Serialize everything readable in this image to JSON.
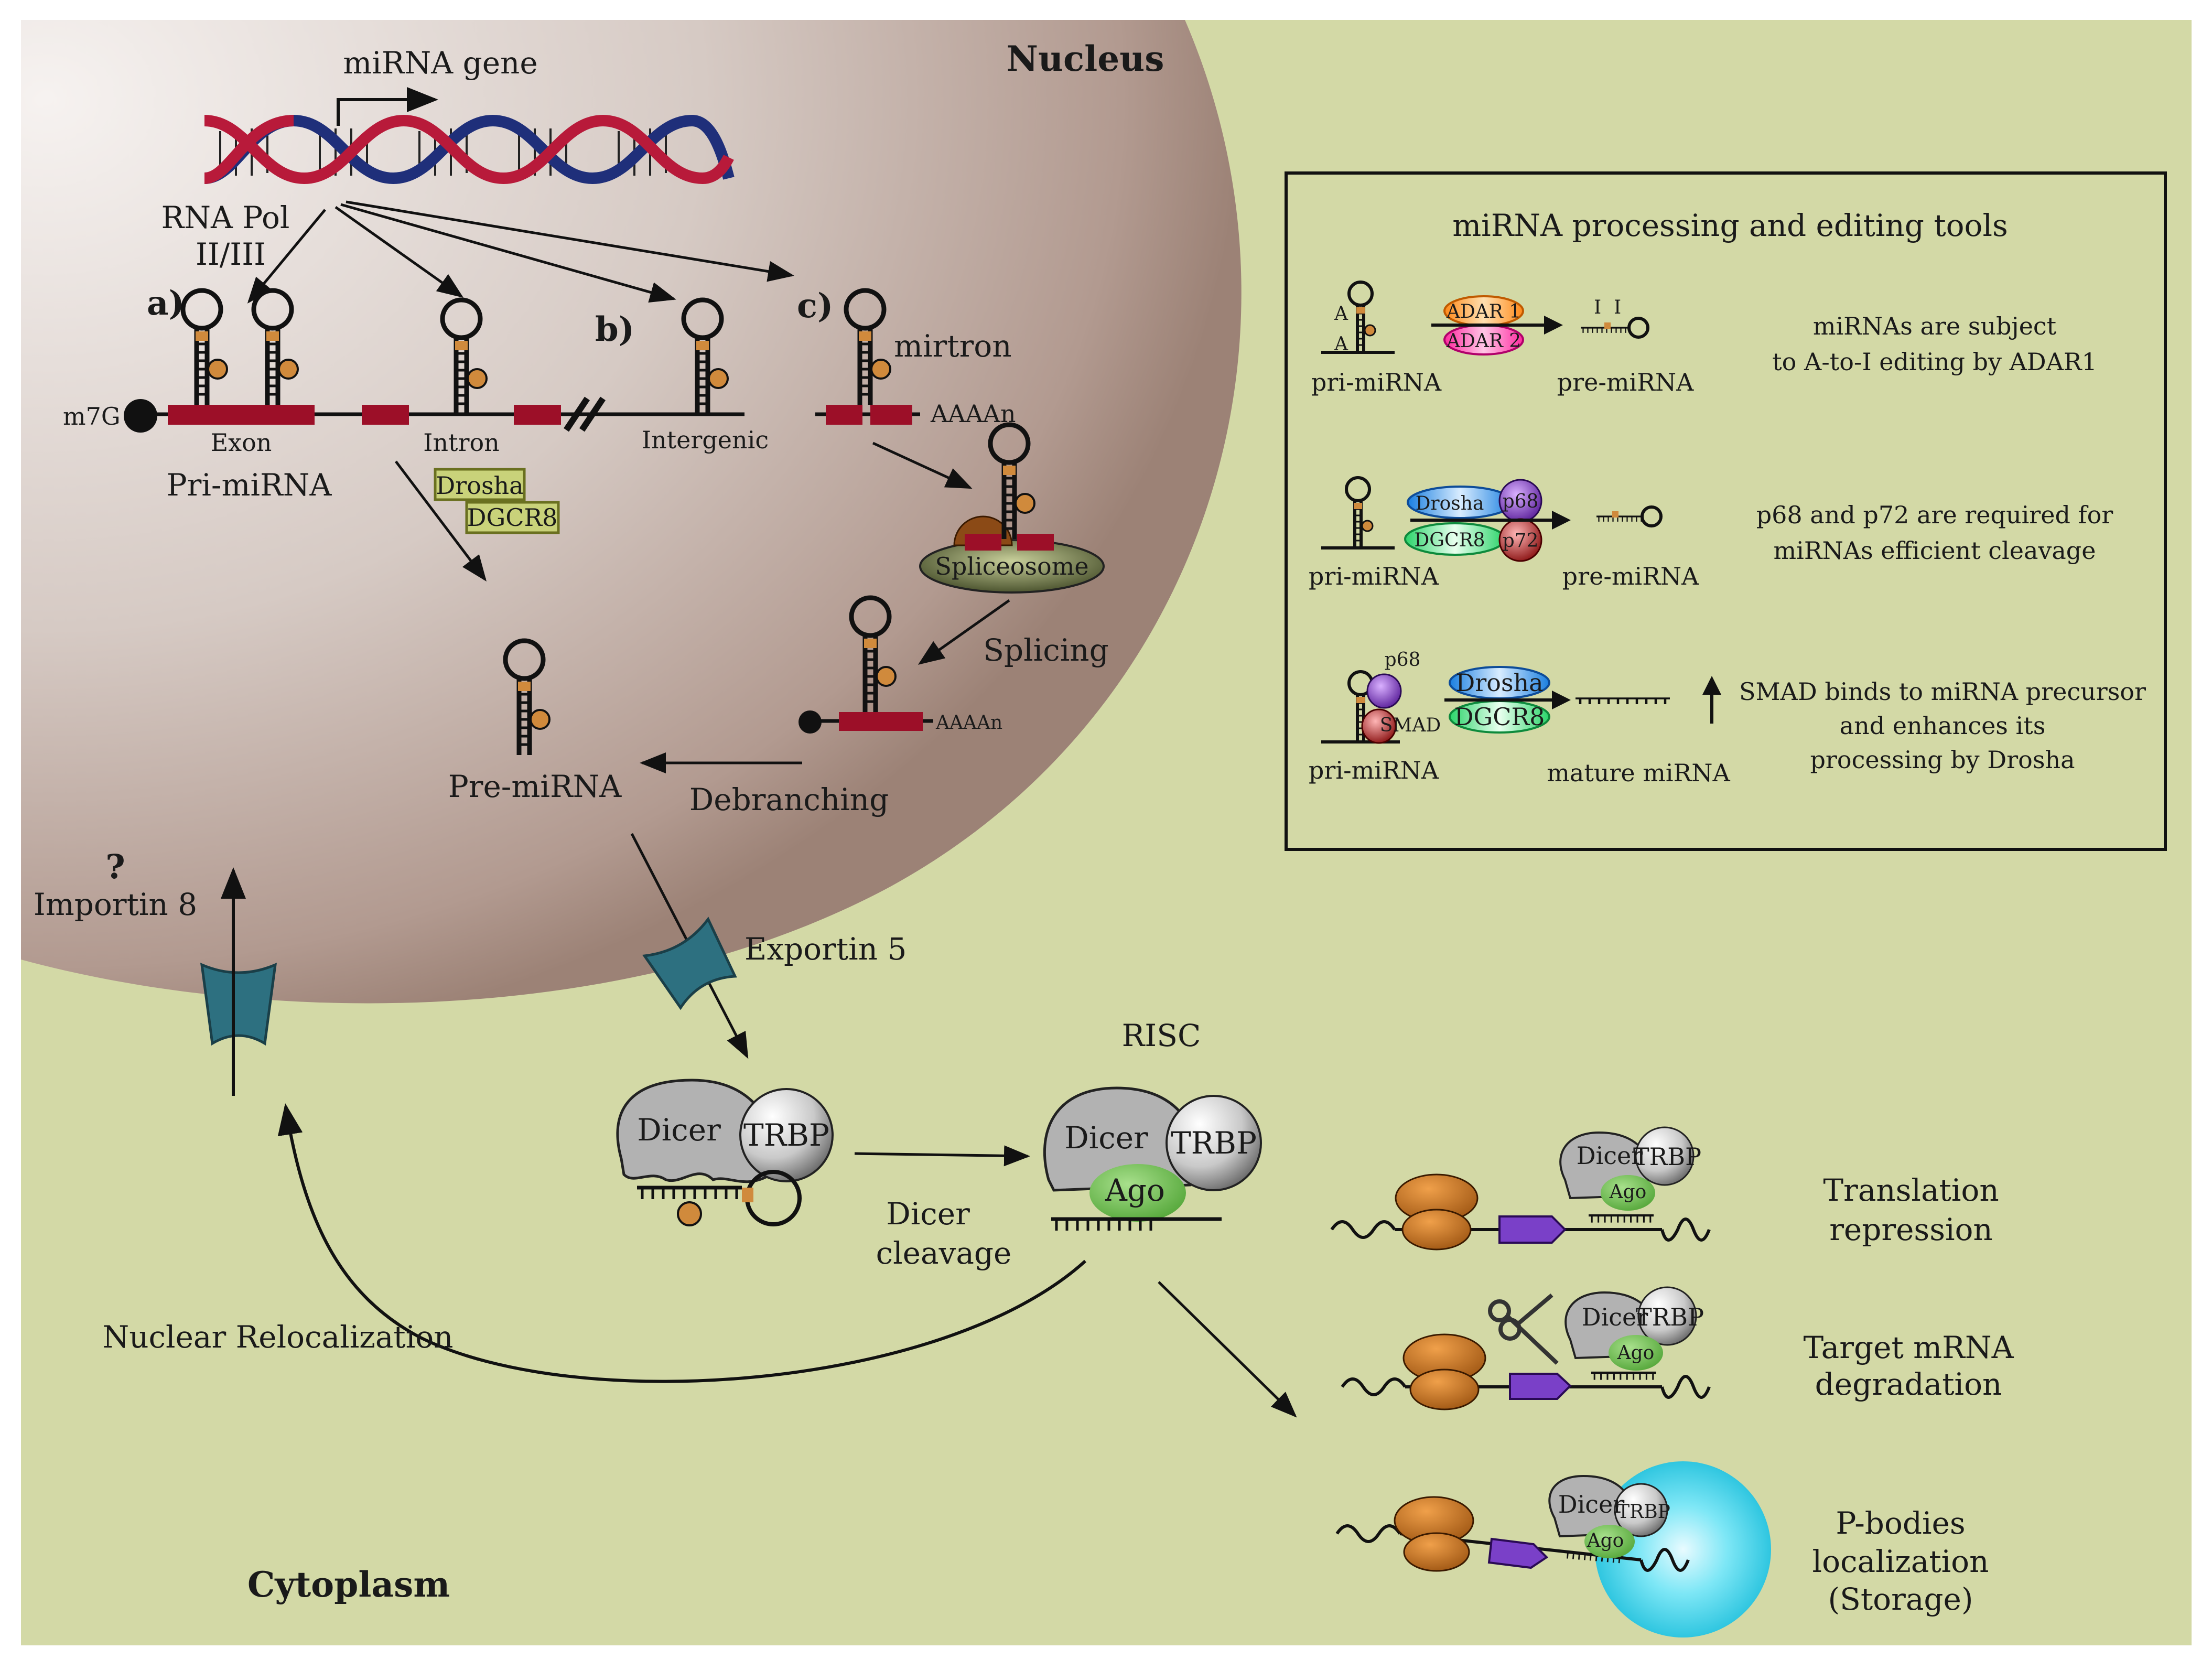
{
  "colors": {
    "cytoplasm": "#d3d9a6",
    "nucleus_edge": "#a48a7e",
    "nucleus_center": "#f4efec",
    "exon_red": "#9c0f28",
    "dna_red": "#b81a3a",
    "dna_blue": "#1f2f7a",
    "ribosome": "#c8741d",
    "pbody": "#3fd0e8",
    "ago_green": "#6bbf4c",
    "exportin": "#2d7080",
    "mrna_purple": "#7a40c8"
  },
  "nucleus": {
    "title": "Nucleus",
    "gene_label": "miRNA gene",
    "pol_line1": "RNA Pol",
    "pol_line2": "II/III",
    "path_a": "a)",
    "path_b": "b)",
    "path_c": "c)",
    "cap": "m7G",
    "exon": "Exon",
    "intron": "Intron",
    "intergenic": "Intergenic",
    "mirtron": "mirtron",
    "polya": "AAAAn",
    "polya2": "AAAAn",
    "pri_mirna": "Pri-miRNA",
    "drosha": "Drosha",
    "dgcr8": "DGCR8",
    "spliceosome": "Spliceosome",
    "splicing": "Splicing",
    "debranching": "Debranching",
    "pre_mirna": "Pre-miRNA",
    "importin_q": "?",
    "importin": "Importin 8",
    "exportin": "Exportin 5"
  },
  "cytoplasm": {
    "title": "Cytoplasm",
    "dicer": "Dicer",
    "trbp": "TRBP",
    "ago": "Ago",
    "risc": "RISC",
    "dicer_cleavage_1": "Dicer",
    "dicer_cleavage_2": "cleavage",
    "nuclear_reloc": "Nuclear Relocalization",
    "outcome_1a": "Translation",
    "outcome_1b": "repression",
    "outcome_2a": "Target mRNA",
    "outcome_2b": "degradation",
    "outcome_3a": "P-bodies",
    "outcome_3b": "localization",
    "outcome_3c": "(Storage)"
  },
  "tools": {
    "title": "miRNA processing and editing tools",
    "row1": {
      "left": "pri-miRNA",
      "enz1": "ADAR 1",
      "enz2": "ADAR 2",
      "right": "pre-miRNA",
      "note1": "miRNAs are subject",
      "note2": "to A-to-I editing by ADAR1",
      "a1": "A",
      "a2": "A",
      "i1": "I",
      "i2": "I"
    },
    "row2": {
      "left": "pri-miRNA",
      "enz1": "Drosha",
      "enz2": "p68",
      "enz3": "DGCR8",
      "enz4": "p72",
      "right": "pre-miRNA",
      "note1": "p68 and p72 are required for",
      "note2": "miRNAs efficient cleavage"
    },
    "row3": {
      "left": "pri-miRNA",
      "p68": "p68",
      "smad": "SMAD",
      "enz1": "Drosha",
      "enz2": "DGCR8",
      "right": "mature miRNA",
      "note1": "SMAD binds to miRNA precursor",
      "note2": "and enhances its",
      "note3": "processing by Drosha"
    }
  }
}
